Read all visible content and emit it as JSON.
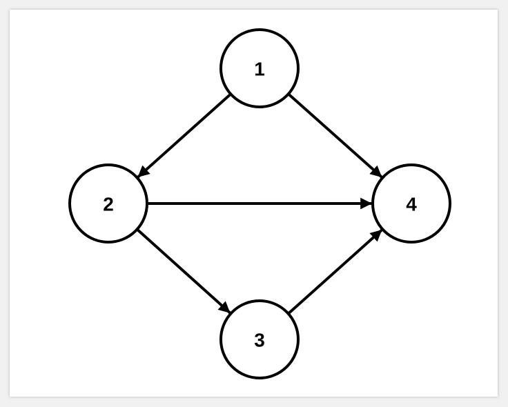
{
  "diagram": {
    "type": "directed-graph",
    "nodes": [
      {
        "id": "1",
        "label": "1"
      },
      {
        "id": "2",
        "label": "2"
      },
      {
        "id": "3",
        "label": "3"
      },
      {
        "id": "4",
        "label": "4"
      }
    ],
    "edges": [
      {
        "from": "1",
        "to": "2"
      },
      {
        "from": "1",
        "to": "4"
      },
      {
        "from": "2",
        "to": "4"
      },
      {
        "from": "2",
        "to": "3"
      },
      {
        "from": "3",
        "to": "4"
      }
    ],
    "colors": {
      "stroke": "#000000",
      "node_fill": "#ffffff",
      "background": "#ffffff"
    }
  }
}
